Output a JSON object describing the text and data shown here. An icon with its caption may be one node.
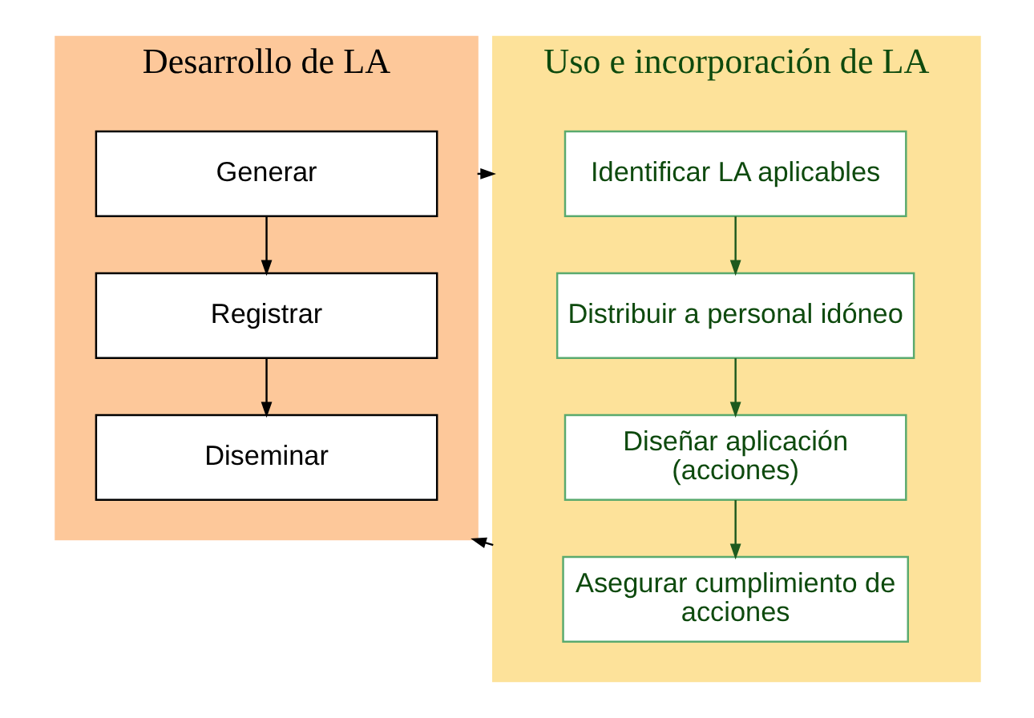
{
  "diagram": {
    "nodes": [
      {
        "text": [
          "Desarrollo de LA"
        ]
      },
      {
        "text": [
          "Generar"
        ],
        "in": 0
      },
      {
        "text": [
          "Registrar"
        ],
        "in": 0
      },
      {
        "text": [
          "Diseminar"
        ],
        "in": 0
      },
      {
        "text": [
          "Uso e incorporación de LA"
        ]
      },
      {
        "text": [
          "Identificar LA aplicables"
        ],
        "in": 4
      },
      {
        "text": [
          "Distribuir a personal idóneo"
        ],
        "in": 4
      },
      {
        "text": [
          "Diseñar aplicación (acciones)"
        ],
        "in": 4
      },
      {
        "text": [
          "Asegurar cumplimiento de acciones"
        ],
        "in": 4
      }
    ],
    "edges": [
      {
        "from": 1,
        "to": 2,
        "arrow": "to"
      },
      {
        "from": 2,
        "to": 3,
        "arrow": "to"
      },
      {
        "from": 0,
        "to": 4,
        "arrow": "to"
      },
      {
        "from": 5,
        "to": 6,
        "arrow": "to",
        "color": "#1e5a1e"
      },
      {
        "from": 6,
        "to": 7,
        "arrow": "to",
        "color": "#1e5a1e"
      },
      {
        "from": 7,
        "to": 8,
        "arrow": "to",
        "color": "#1e5a1e"
      },
      {
        "from": 4,
        "to": 0,
        "arrow": "to"
      }
    ]
  }
}
